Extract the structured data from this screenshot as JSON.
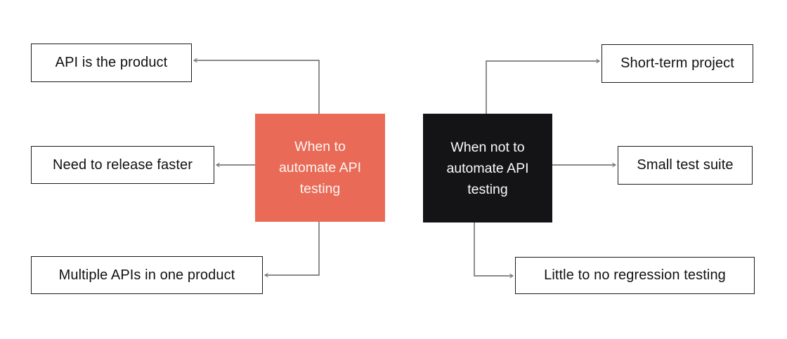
{
  "colors": {
    "background": "#ffffff",
    "accent": "#E96B57",
    "accent_text": "#FDF6F3",
    "dark": "#141417",
    "dark_text": "#FAFAFB",
    "line": "#7A7A7A",
    "box_border": "#1A1A1A",
    "text": "#111111"
  },
  "diagram": {
    "left_group": {
      "center_label": "When to\nautomate API\ntesting",
      "reasons": [
        "API is the product",
        "Need to release faster",
        "Multiple APIs in one product"
      ]
    },
    "right_group": {
      "center_label": "When not to\nautomate API\ntesting",
      "reasons": [
        "Short-term project",
        "Small test suite",
        "Little to no regression testing"
      ]
    }
  }
}
